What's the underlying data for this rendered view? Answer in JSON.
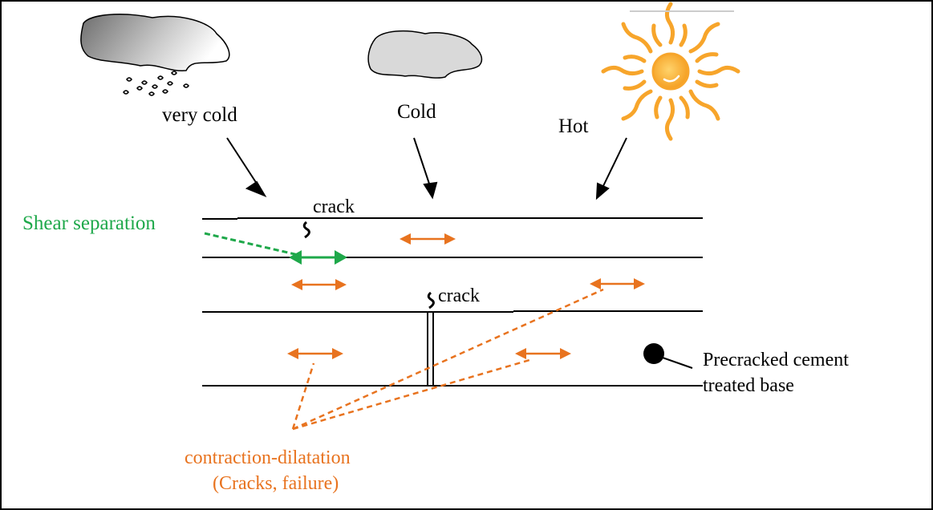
{
  "weather": {
    "very_cold": "very cold",
    "cold": "Cold",
    "hot": "Hot"
  },
  "labels": {
    "crack_top": "crack",
    "crack_mid": "crack",
    "shear_separation": "Shear separation",
    "precracked_line1": "Precracked cement",
    "precracked_line2": "treated base",
    "contraction_line1": "contraction-dilatation",
    "contraction_line2": "(Cracks, failure)"
  },
  "colors": {
    "orange": "#e8731f",
    "green": "#1ea84a",
    "black": "#000000",
    "sun": "#f7a52b"
  },
  "icons": {
    "very_cold": "hail-cloud-icon",
    "cold": "cloud-icon",
    "hot": "sun-icon"
  }
}
